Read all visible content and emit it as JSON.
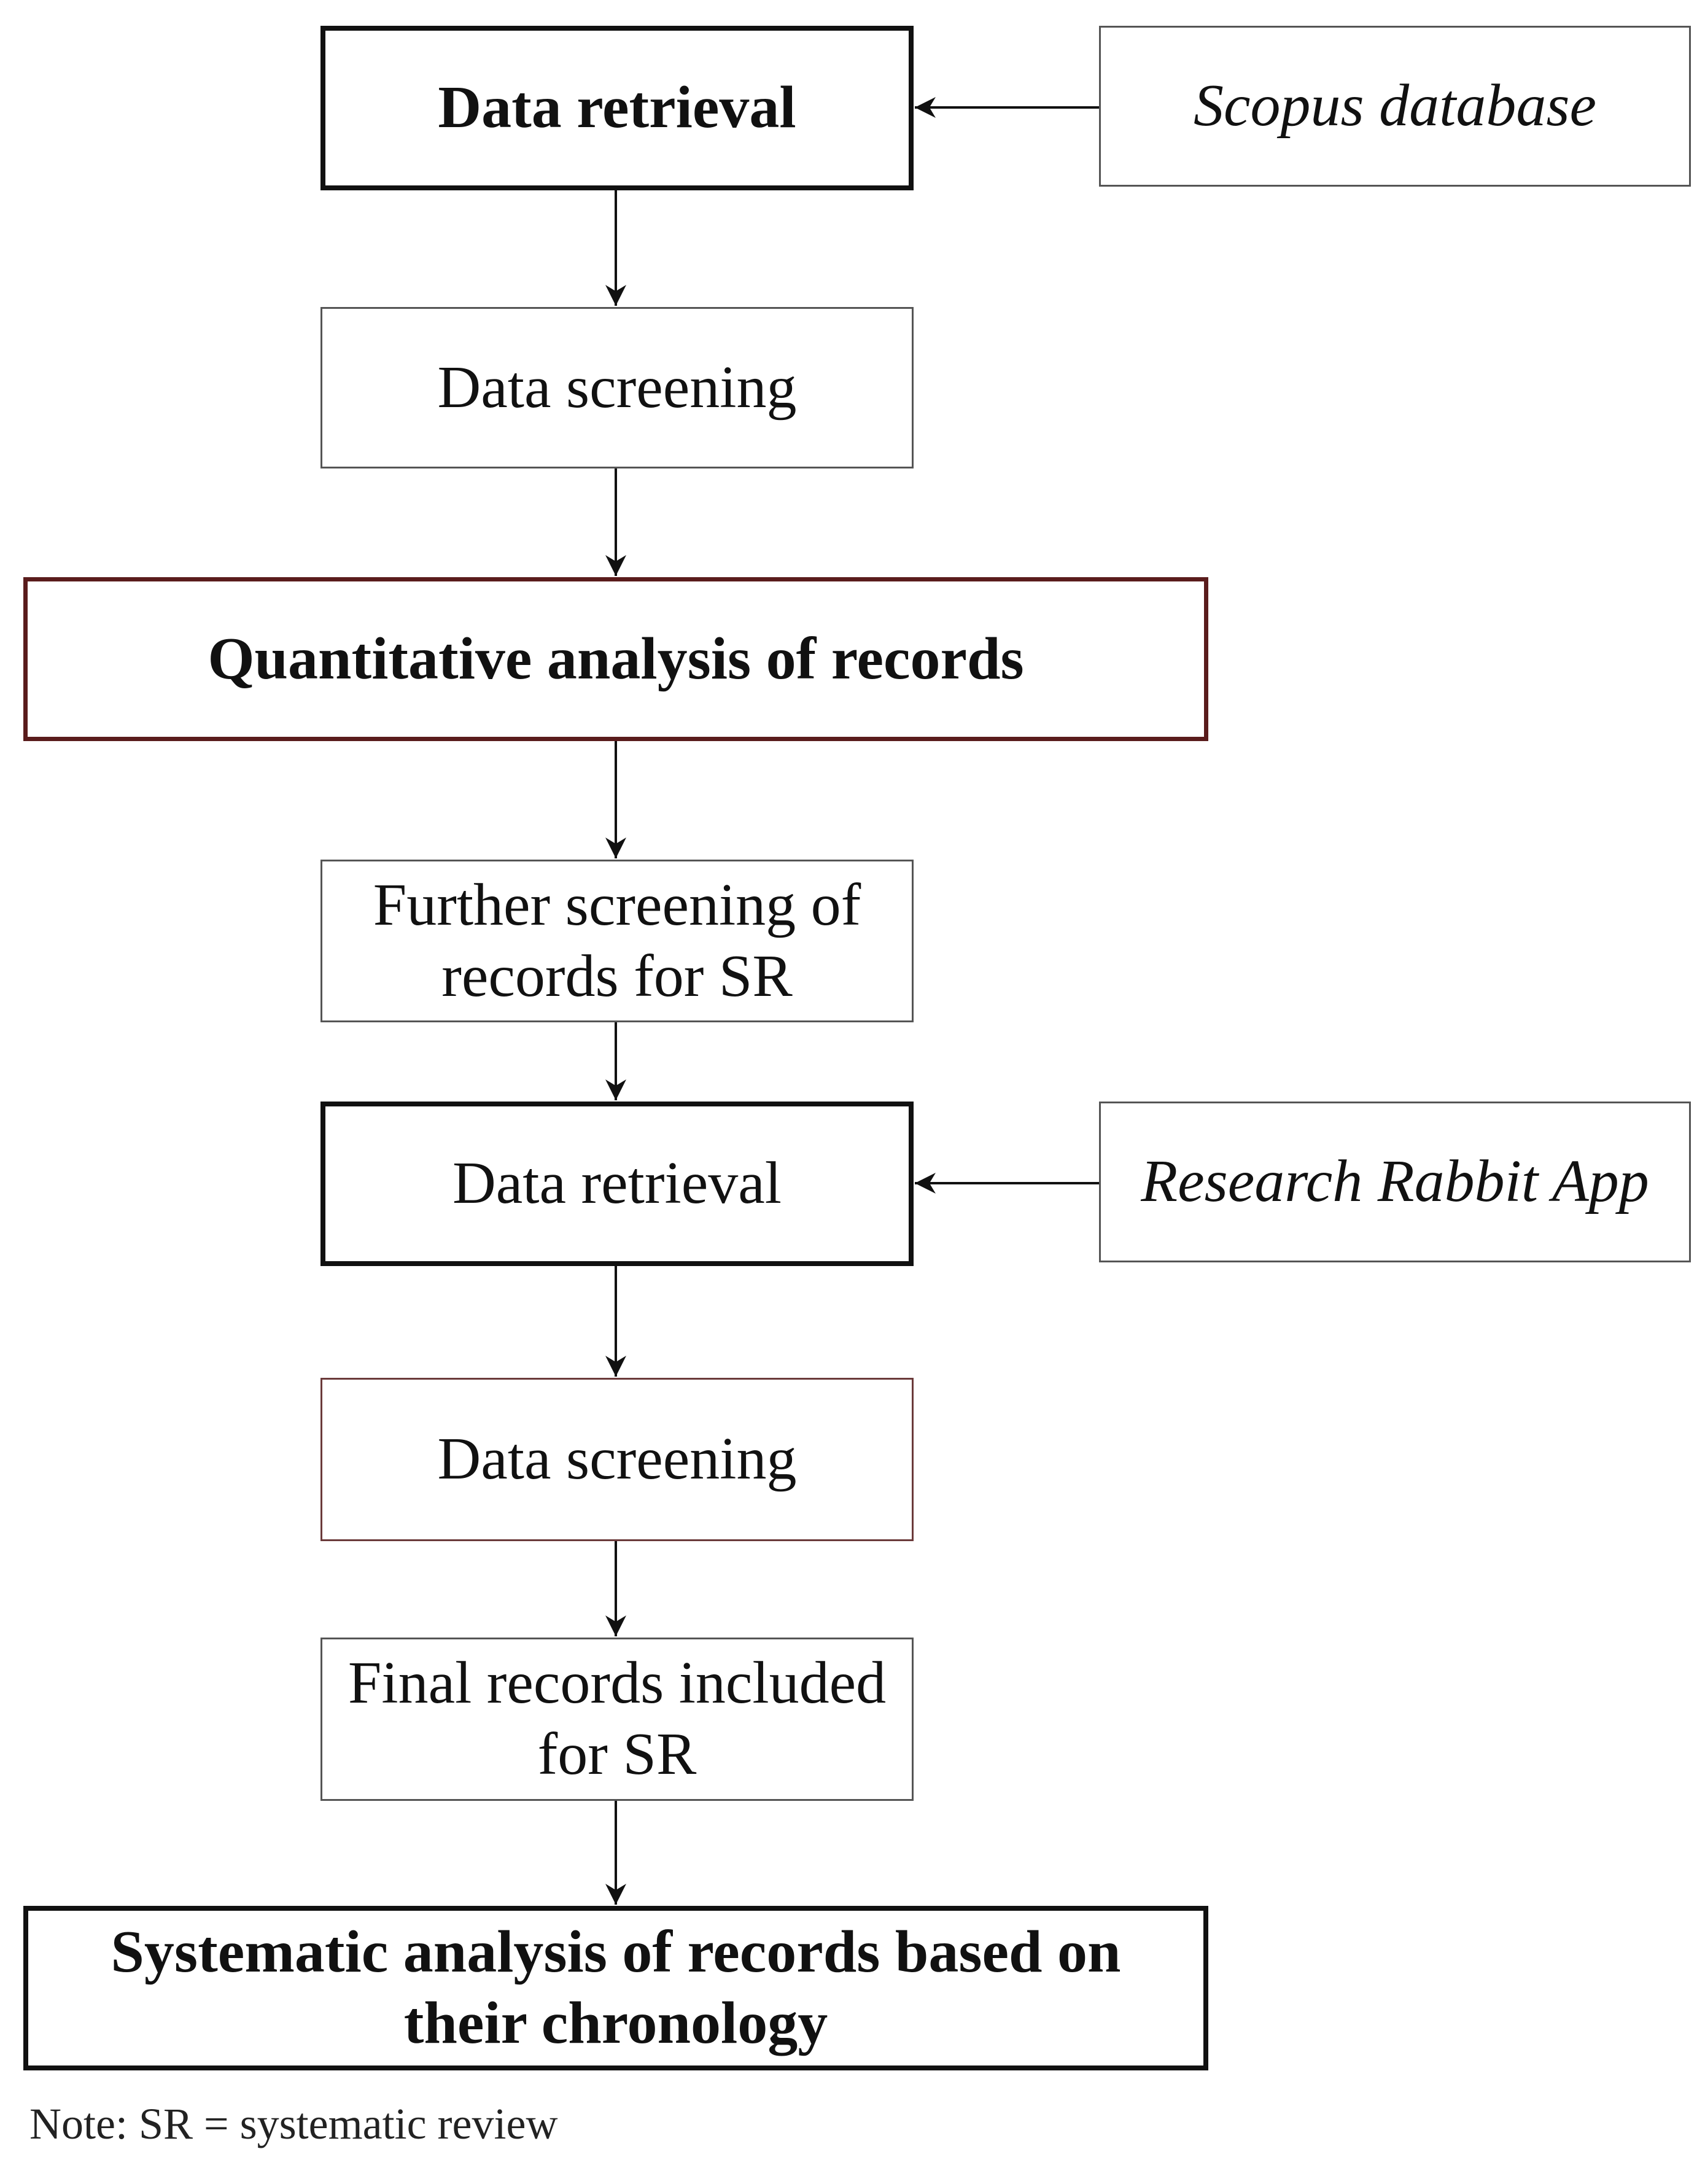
{
  "nodes": {
    "data_retrieval_1": "Data retrieval",
    "scopus_database": "Scopus database",
    "data_screening_1": "Data screening",
    "quantitative_analysis": "Quantitative analysis of records",
    "further_screening": "Further screening of records for SR",
    "data_retrieval_2": "Data retrieval",
    "research_rabbit_app": "Research Rabbit App",
    "data_screening_2": "Data screening",
    "final_records": "Final records included for SR",
    "systematic_analysis": "Systematic analysis of records based on their chronology"
  },
  "note": "Note: SR = systematic review"
}
